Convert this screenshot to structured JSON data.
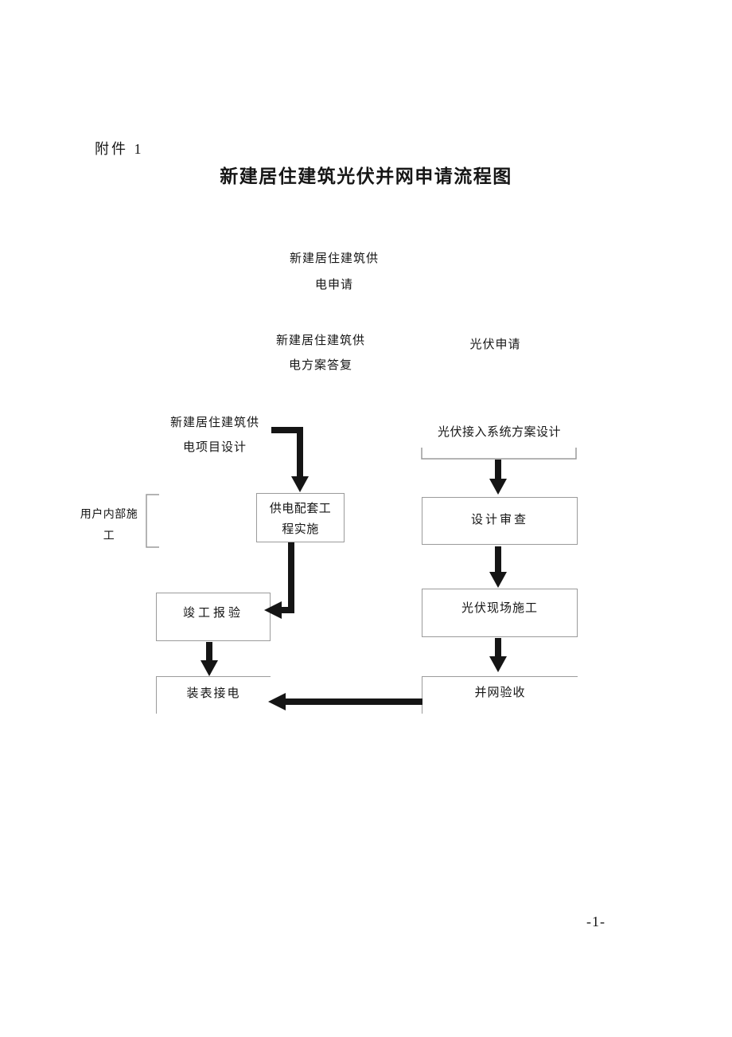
{
  "page": {
    "attachment_label": "附件 1",
    "title": "新建居住建筑光伏并网申请流程图",
    "page_number": "-1-"
  },
  "flowchart": {
    "type": "flowchart",
    "colors": {
      "arrow": "#151515",
      "box_border": "#9b9b9b",
      "text": "#161616",
      "background": "#ffffff"
    },
    "nodes": {
      "supply_application": {
        "text": "新建居住建筑供电申请",
        "line1": "新建居住建筑供",
        "line2": "电申请"
      },
      "supply_plan_reply": {
        "text": "新建居住建筑供电方案答复",
        "line1": "新建居住建筑供",
        "line2": "电方案答复"
      },
      "pv_application": {
        "text": "光伏申请"
      },
      "supply_project_design": {
        "text": "新建居住建筑供电项目设计",
        "line1": "新建居住建筑供",
        "line2": "电项目设计"
      },
      "pv_access_system_design": {
        "text": "光伏接入系统方案设计"
      },
      "supply_supporting_works": {
        "text": "供电配套工程实施",
        "line1": "供电配套工",
        "line2": "程实施"
      },
      "design_review": {
        "text": "设计审查"
      },
      "user_internal_construction": {
        "text": "用户内部施工",
        "line1": "用户内部施",
        "line2": "工"
      },
      "completion_inspection": {
        "text": "竣工报验"
      },
      "pv_site_construction": {
        "text": "光伏现场施工"
      },
      "meter_installation": {
        "text": "装表接电"
      },
      "grid_connection_acceptance": {
        "text": "并网验收"
      }
    },
    "edges": [
      {
        "from": "supply_project_design",
        "to": "supply_supporting_works"
      },
      {
        "from": "pv_access_system_design",
        "to": "design_review"
      },
      {
        "from": "supply_supporting_works",
        "to": "completion_inspection"
      },
      {
        "from": "design_review",
        "to": "pv_site_construction"
      },
      {
        "from": "completion_inspection",
        "to": "meter_installation"
      },
      {
        "from": "pv_site_construction",
        "to": "grid_connection_acceptance"
      },
      {
        "from": "grid_connection_acceptance",
        "to": "meter_installation"
      }
    ]
  }
}
